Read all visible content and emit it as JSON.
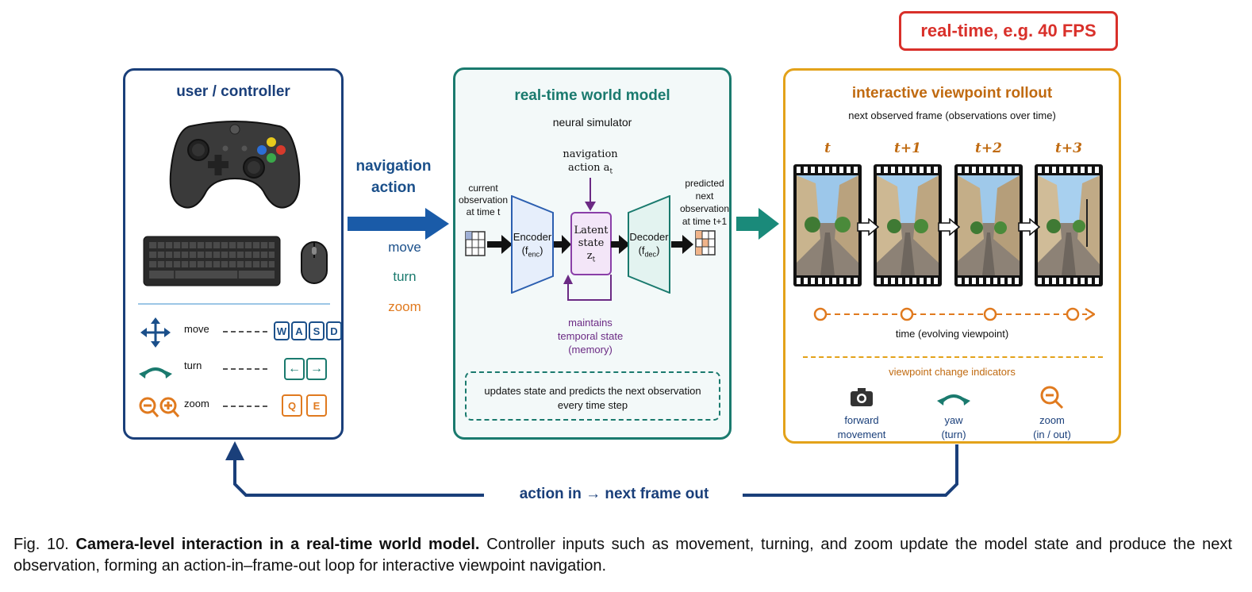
{
  "badge": {
    "text": "real-time, e.g. 40 FPS"
  },
  "user_panel": {
    "title": "user / controller",
    "mappings": [
      {
        "action": "move",
        "keys": [
          "W",
          "A",
          "S",
          "D"
        ]
      },
      {
        "action": "turn",
        "keys": [
          "←",
          "→"
        ]
      },
      {
        "action": "zoom",
        "keys": [
          "Q",
          "E"
        ]
      }
    ]
  },
  "nav_action": {
    "title_line1": "navigation",
    "title_line2": "action",
    "items": [
      "move",
      "turn",
      "zoom"
    ]
  },
  "world_model": {
    "title": "real-time world model",
    "subtitle": "neural simulator",
    "current_obs": [
      "current",
      "observation",
      "at time t"
    ],
    "encoder": "Encoder",
    "encoder_sub": "(f",
    "encoder_subscript": "enc",
    "latent": [
      "Latent",
      "state"
    ],
    "latent_var": "z",
    "latent_sub": "t",
    "decoder": "Decoder",
    "decoder_sub": "(f",
    "decoder_subscript": "dec",
    "nav_action_line1": "navigation",
    "nav_action_line2": "action a",
    "nav_action_sub": "t",
    "predicted": [
      "predicted",
      "next",
      "observation",
      "at time t+1"
    ],
    "memory": [
      "maintains",
      "temporal state",
      "(memory)"
    ],
    "note_line1": "updates state and predicts the next observation",
    "note_line2": "every time step"
  },
  "rollout": {
    "title": "interactive viewpoint rollout",
    "subtitle": "next observed frame (observations over time)",
    "frame_labels": [
      "t",
      "t+1",
      "t+2",
      "t+3"
    ],
    "timeline_label": "time (evolving viewpoint)",
    "indicators_title": "viewpoint change indicators",
    "indicators": [
      {
        "line1": "forward",
        "line2": "movement",
        "icon": "camera-icon"
      },
      {
        "line1": "yaw",
        "line2": "(turn)",
        "icon": "curved-arrow-icon"
      },
      {
        "line1": "zoom",
        "line2": "(in / out)",
        "icon": "zoom-out-icon"
      }
    ]
  },
  "loop": {
    "label": "action in → next frame out"
  },
  "caption": {
    "prefix": "Fig. 10. ",
    "bold": "Camera-level interaction in a real-time world model.",
    "rest": " Controller inputs such as movement, turning, and zoom update the model state and produce the next observation, forming an action-in–frame-out loop for interactive viewpoint navigation."
  },
  "colors": {
    "blue": "#1a3f7a",
    "teal": "#1a7a6e",
    "orange": "#e07a1f",
    "purple": "#6b2a84",
    "red": "#d9302a",
    "gold": "#e3a21a"
  }
}
